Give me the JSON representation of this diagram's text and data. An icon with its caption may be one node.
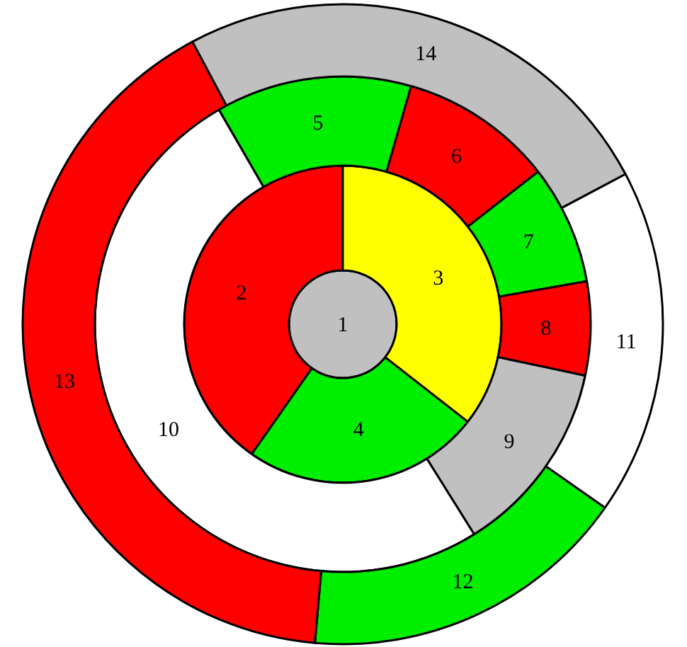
{
  "diagram": {
    "nodes": [
      {
        "text": [
          "1"
        ]
      },
      {
        "text": [
          "2"
        ]
      },
      {
        "text": [
          "3"
        ]
      },
      {
        "text": [
          "4"
        ]
      },
      {
        "text": [
          "5"
        ]
      },
      {
        "text": [
          "6"
        ]
      },
      {
        "text": [
          "7"
        ]
      },
      {
        "text": [
          "8"
        ]
      },
      {
        "text": [
          "9"
        ]
      },
      {
        "text": [
          "10"
        ]
      },
      {
        "text": [
          "11"
        ]
      },
      {
        "text": [
          "12"
        ]
      },
      {
        "text": [
          "13"
        ]
      },
      {
        "text": [
          "14"
        ]
      }
    ]
  }
}
